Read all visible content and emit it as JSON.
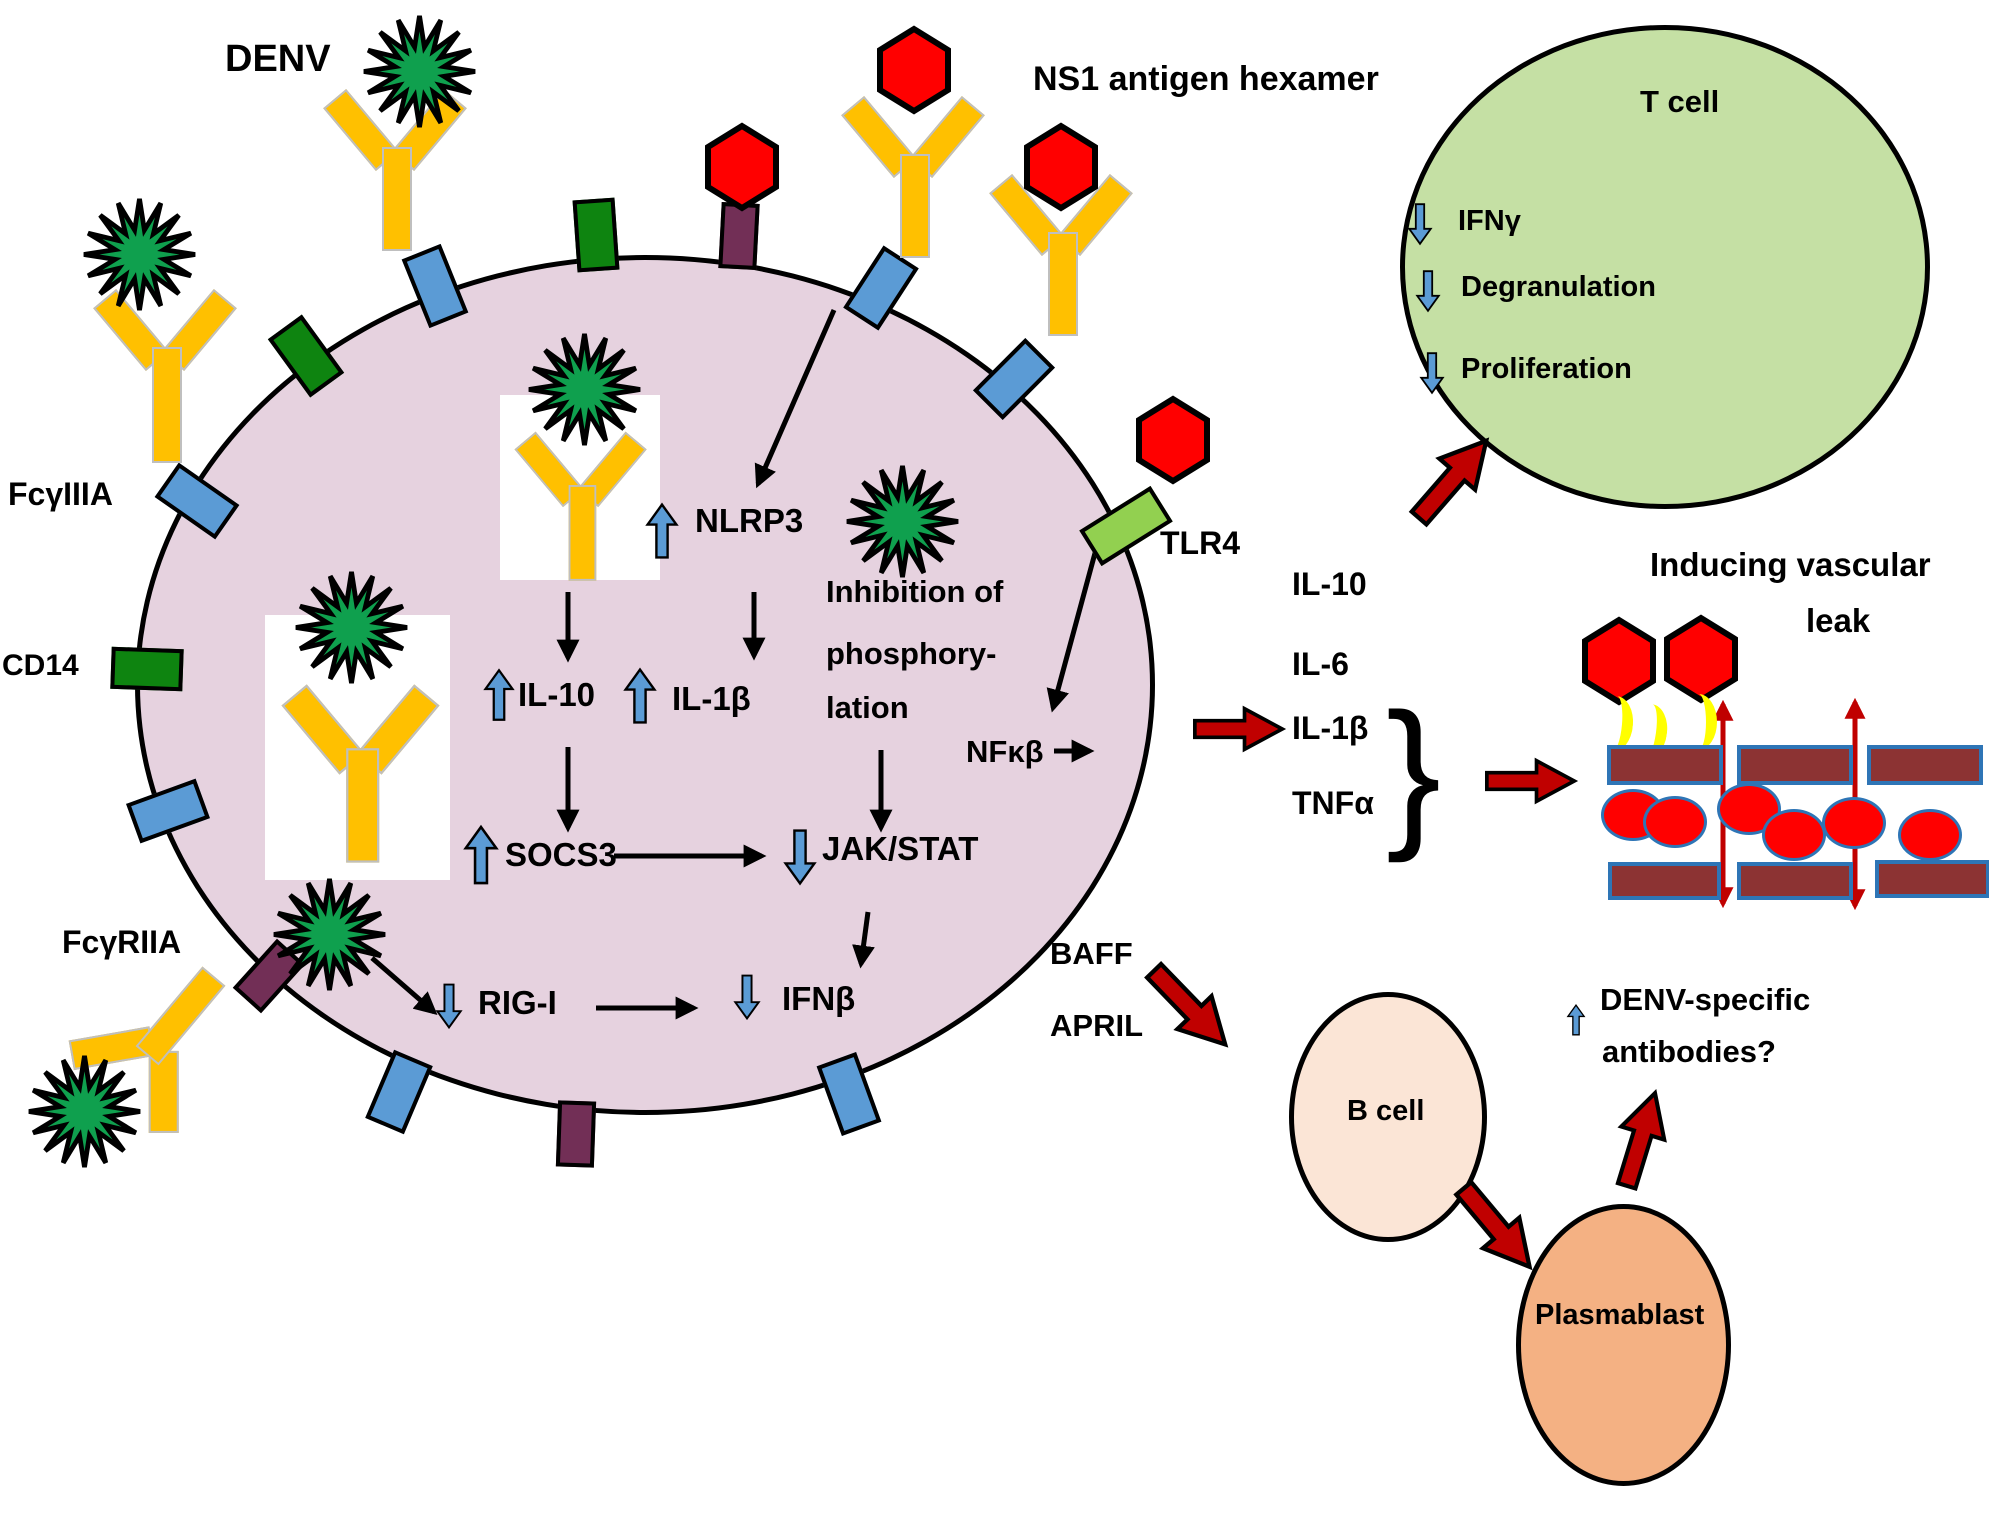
{
  "labels": {
    "denv": "DENV",
    "ns1": "NS1 antigen hexamer",
    "fcgiiia": "FcγIIIA",
    "cd14": "CD14",
    "fcgriia": "FcγRIIA",
    "tlr4": "TLR4",
    "nlrp3": "NLRP3",
    "il10_in": "IL-10",
    "il1b_in": "IL-1β",
    "inhib1": "Inhibition of",
    "inhib2": "phosphory-",
    "inhib3": "lation",
    "socs3": "SOCS3",
    "jakstat": "JAK/STAT",
    "rigi": "RIG-I",
    "ifnb": "IFNβ",
    "nfkb": "NFκβ",
    "brace": "}"
  },
  "cytokines": {
    "il10": "IL-10",
    "il6": "IL-6",
    "il1b": "IL-1β",
    "tnfa": "TNFα"
  },
  "t_cell": {
    "title": "T cell",
    "ifng": "IFNγ",
    "degranulation": "Degranulation",
    "proliferation": "Proliferation"
  },
  "vascular": {
    "line1": "Inducing vascular",
    "line2": "leak"
  },
  "b_cell_axis": {
    "baff": "BAFF",
    "april": "APRIL",
    "b_cell": "B cell",
    "plasmablast": "Plasmablast",
    "ab_line1": "DENV-specific",
    "ab_line2": "antibodies?"
  },
  "colors": {
    "monocyte_fill": "#E6D2DF",
    "t_cell_fill": "#C5E0A4",
    "b_cell_fill": "#FBE5D6",
    "plasmablast_fill": "#F4B183",
    "virus_green": "#0FA04E",
    "antibody_yellow": "#FFC000",
    "receptor_blue": "#5B9BD5",
    "receptor_green": "#0E8410",
    "receptor_purple": "#722F56",
    "tlr4_green": "#92D050",
    "ns1_red": "#FF0000",
    "block_arrow_red": "#C00000",
    "updown_arrow_blue": "#5B9BD5",
    "endothelium": "#8C3333",
    "endothelium_border": "#2E75B6",
    "crescent_yellow": "#FFFF00"
  }
}
